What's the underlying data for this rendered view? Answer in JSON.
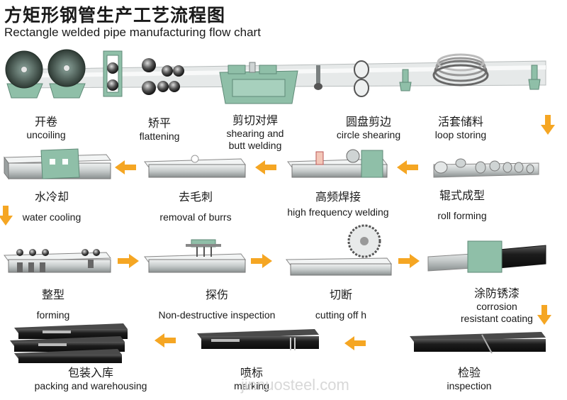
{
  "title": {
    "cn": "方矩形钢管生产工艺流程图",
    "en": "Rectangle welded pipe manufacturing flow chart"
  },
  "steps": [
    {
      "cn": "开卷",
      "en": "uncoiling"
    },
    {
      "cn": "矫平",
      "en": "flattening"
    },
    {
      "cn": "剪切对焊",
      "en": "shearing and",
      "en2": "butt welding"
    },
    {
      "cn": "圆盘剪边",
      "en": "circle shearing"
    },
    {
      "cn": "活套储料",
      "en": "loop storing"
    },
    {
      "cn": "辊式成型",
      "en": "roll forming"
    },
    {
      "cn": "高频焊接",
      "en": "high frequency welding"
    },
    {
      "cn": "去毛刺",
      "en": "removal of burrs"
    },
    {
      "cn": "水冷却",
      "en": "water cooling"
    },
    {
      "cn": "整型",
      "en": "forming"
    },
    {
      "cn": "探伤",
      "en": "Non-destructive inspection"
    },
    {
      "cn": "切断",
      "en": "cutting off h"
    },
    {
      "cn": "涂防锈漆",
      "en": "corrosion",
      "en2": "resistant coating"
    },
    {
      "cn": "检验",
      "en": "inspection"
    },
    {
      "cn": "喷标",
      "en": "marking"
    },
    {
      "cn": "包装入库",
      "en": "packing and warehousing"
    }
  ],
  "watermark": "jinnuosteel.com",
  "colors": {
    "arrow": "#f5a623",
    "machine_green": "#8fbfa8",
    "steel_light": "#d4d8d8",
    "steel_dark": "#6e7474",
    "pipe_black": "#262626"
  }
}
